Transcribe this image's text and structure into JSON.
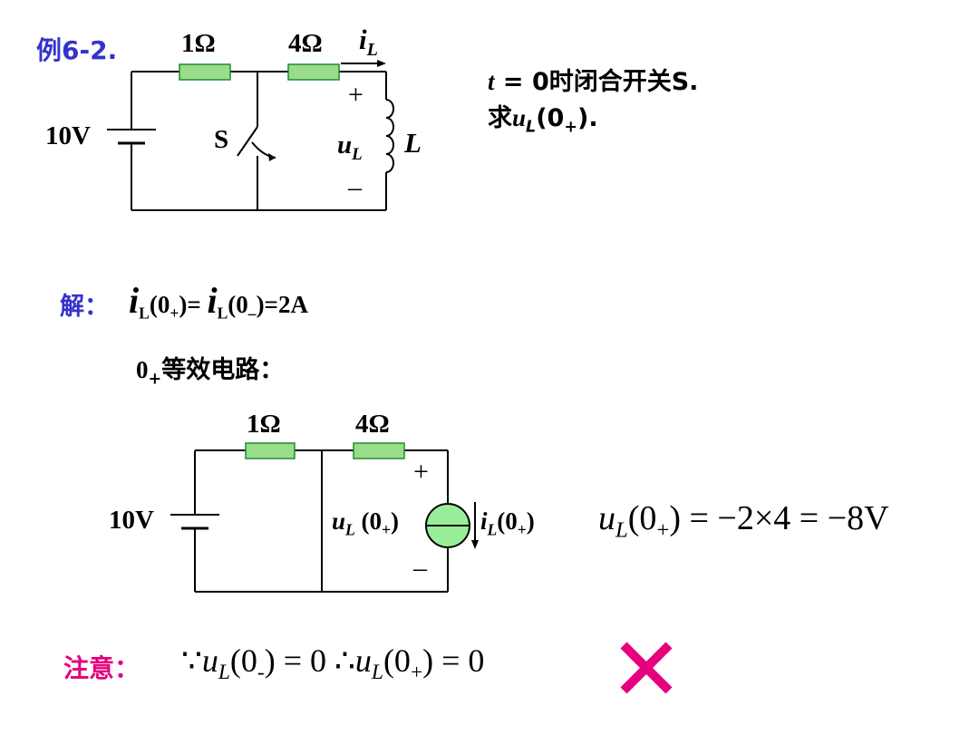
{
  "example_label": "例6-2.",
  "problem": {
    "line1_t": "t",
    "line1_rest": " = 0时闭合开关S.",
    "line2_prefix": "求",
    "line2_u": "u",
    "line2_L": "L",
    "line2_paren_open": "(0",
    "line2_plus": "+",
    "line2_end": ")."
  },
  "circuit1": {
    "r1_label": "1Ω",
    "r2_label": "4Ω",
    "source_label": "10V",
    "switch_label": "S",
    "current_i": "i",
    "current_L": "L",
    "voltage_u": "u",
    "voltage_L": "L",
    "inductor_label": "L",
    "plus": "+",
    "minus": "–"
  },
  "solution": {
    "label": "解：",
    "i1": "i",
    "L1": "L",
    "open1": "(0",
    "plus": "+",
    "mid": ")= ",
    "i2": "i",
    "L2": "L",
    "open2": "(0",
    "minus": "–",
    "end": ")=2A",
    "equiv_zero": "0",
    "equiv_plus": "+",
    "equiv_text": "等效电路："
  },
  "circuit2": {
    "r1_label": "1Ω",
    "r2_label": "4Ω",
    "source_label": "10V",
    "u": "u",
    "uL": "L",
    "u_open": " (0",
    "u_plus": "+",
    "u_close": ")",
    "i": "i",
    "iL": "L",
    "i_open": "(0",
    "i_plus": "+",
    "i_close": ")",
    "plus": "+",
    "minus": "–"
  },
  "result": {
    "u": "u",
    "L": "L",
    "open": "(0",
    "plus": "+",
    "rest": ") = −2×4 = −8V"
  },
  "note": {
    "label": "注意：",
    "because": "∵",
    "u1": "u",
    "L1": "L",
    "open1": "(0",
    "minus": "-",
    "mid1": ") = 0  ",
    "therefore": "∴",
    "u2": "u",
    "L2": "L",
    "open2": "(0",
    "plus": "+",
    "end2": ") = 0"
  },
  "colors": {
    "blue": "#3333cc",
    "pink": "#e6007e",
    "resistor_fill": "#99dd88",
    "resistor_stroke": "#228833",
    "source_fill": "#99ee99"
  }
}
